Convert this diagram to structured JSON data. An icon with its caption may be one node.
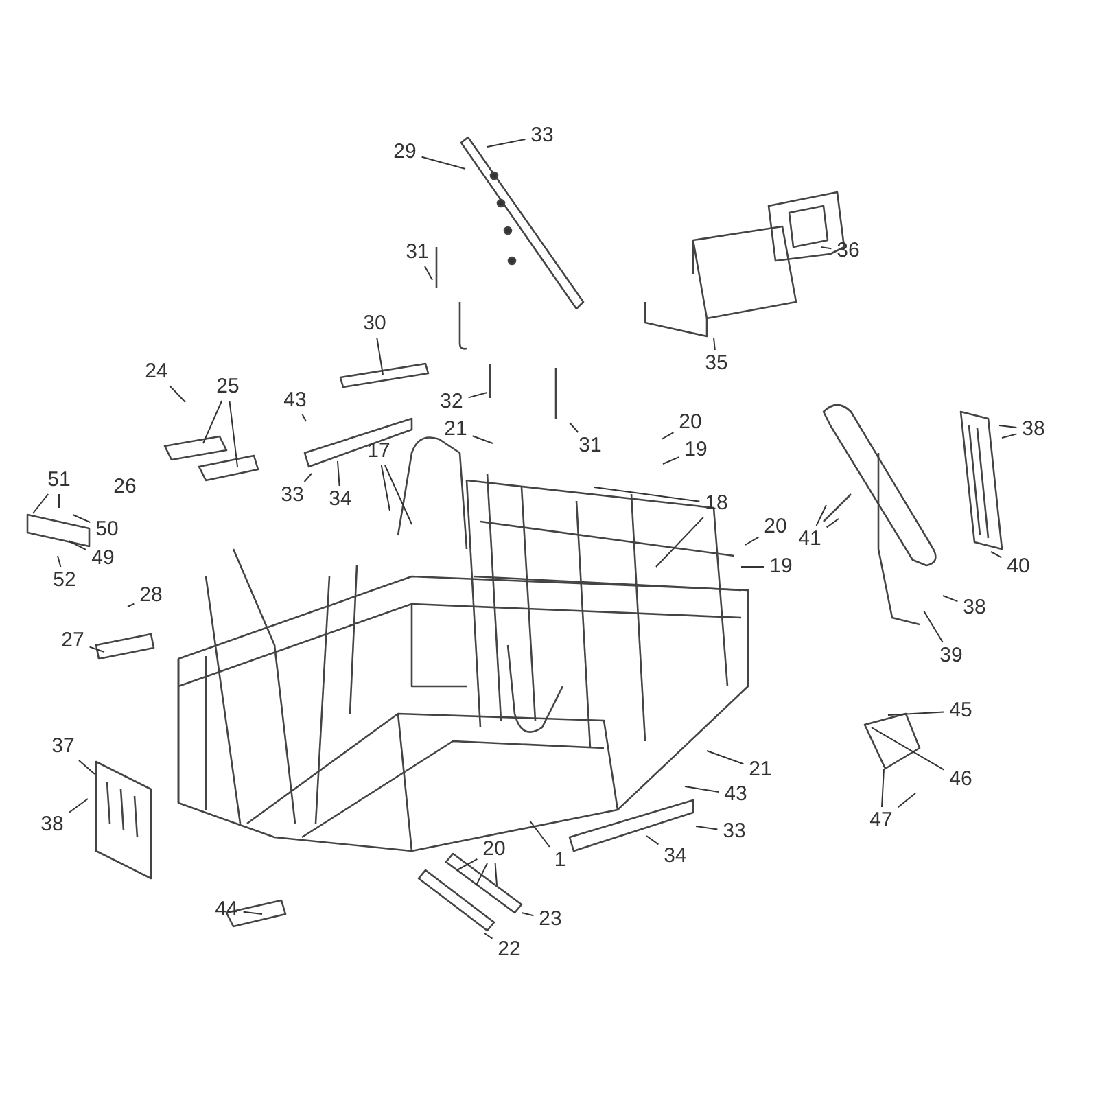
{
  "diagram": {
    "nodes": [
      {
        "text": [
          "33"
        ]
      },
      {
        "text": [
          "29"
        ]
      },
      {
        "text": [
          "36"
        ]
      },
      {
        "text": [
          "31"
        ]
      },
      {
        "text": [
          "30"
        ]
      },
      {
        "text": [
          "35"
        ]
      },
      {
        "text": [
          "24"
        ]
      },
      {
        "text": [
          "25"
        ]
      },
      {
        "text": [
          "43"
        ]
      },
      {
        "text": [
          "32"
        ]
      },
      {
        "text": [
          "20"
        ]
      },
      {
        "text": [
          "21"
        ]
      },
      {
        "text": [
          "38"
        ]
      },
      {
        "text": [
          "31"
        ]
      },
      {
        "text": [
          "19"
        ]
      },
      {
        "text": [
          "17"
        ]
      },
      {
        "text": [
          "51"
        ]
      },
      {
        "text": [
          "33"
        ]
      },
      {
        "text": [
          "34"
        ]
      },
      {
        "text": [
          "18"
        ]
      },
      {
        "text": [
          "20"
        ]
      },
      {
        "text": [
          "50"
        ]
      },
      {
        "text": [
          "41"
        ]
      },
      {
        "text": [
          "19"
        ]
      },
      {
        "text": [
          "49"
        ]
      },
      {
        "text": [
          "40"
        ]
      },
      {
        "text": [
          "52"
        ]
      },
      {
        "text": [
          "28"
        ]
      },
      {
        "text": [
          "38"
        ]
      },
      {
        "text": [
          "27"
        ]
      },
      {
        "text": [
          "39"
        ]
      },
      {
        "text": [
          "45"
        ]
      },
      {
        "text": [
          "37"
        ]
      },
      {
        "text": [
          "21"
        ]
      },
      {
        "text": [
          "46"
        ]
      },
      {
        "text": [
          "43"
        ]
      },
      {
        "text": [
          "38"
        ]
      },
      {
        "text": [
          "47"
        ]
      },
      {
        "text": [
          "33"
        ]
      },
      {
        "text": [
          "34"
        ]
      },
      {
        "text": [
          "20"
        ]
      },
      {
        "text": [
          "1"
        ]
      },
      {
        "text": [
          "44"
        ]
      },
      {
        "text": [
          "23"
        ]
      },
      {
        "text": [
          "22"
        ]
      }
    ],
    "edges": [
      {
        "from": 0,
        "to": null,
        "arrow": "none"
      },
      {
        "from": 1,
        "to": null,
        "arrow": "none"
      },
      {
        "from": 2,
        "to": null,
        "arrow": "none"
      },
      {
        "from": 3,
        "to": null,
        "arrow": "none"
      },
      {
        "from": 4,
        "to": null,
        "arrow": "none"
      },
      {
        "from": 5,
        "to": null,
        "arrow": "none"
      },
      {
        "from": 6,
        "to": null,
        "arrow": "none"
      },
      {
        "from": 7,
        "to": null,
        "arrow": "none"
      },
      {
        "from": 7,
        "to": null,
        "arrow": "none"
      },
      {
        "from": 8,
        "to": null,
        "arrow": "none"
      },
      {
        "from": 9,
        "to": null,
        "arrow": "none"
      },
      {
        "from": 10,
        "to": null,
        "arrow": "none"
      },
      {
        "from": 11,
        "to": null,
        "arrow": "none"
      },
      {
        "from": 12,
        "to": null,
        "arrow": "none"
      },
      {
        "from": 12,
        "to": null,
        "arrow": "none"
      },
      {
        "from": 13,
        "to": null,
        "arrow": "none"
      },
      {
        "from": 14,
        "to": null,
        "arrow": "none"
      },
      {
        "from": 15,
        "to": null,
        "arrow": "none"
      },
      {
        "from": 15,
        "to": null,
        "arrow": "none"
      },
      {
        "from": 16,
        "to": null,
        "arrow": "none"
      },
      {
        "from": 16,
        "to": null,
        "arrow": "none"
      },
      {
        "from": 17,
        "to": null,
        "arrow": "none"
      },
      {
        "from": 18,
        "to": null,
        "arrow": "none"
      },
      {
        "from": 19,
        "to": null,
        "arrow": "none"
      },
      {
        "from": 19,
        "to": null,
        "arrow": "none"
      },
      {
        "from": 20,
        "to": null,
        "arrow": "none"
      },
      {
        "from": 21,
        "to": null,
        "arrow": "none"
      },
      {
        "from": 22,
        "to": null,
        "arrow": "none"
      },
      {
        "from": 22,
        "to": null,
        "arrow": "none"
      },
      {
        "from": 23,
        "to": null,
        "arrow": "none"
      },
      {
        "from": 24,
        "to": null,
        "arrow": "none"
      },
      {
        "from": 25,
        "to": null,
        "arrow": "none"
      },
      {
        "from": 26,
        "to": null,
        "arrow": "none"
      },
      {
        "from": 27,
        "to": null,
        "arrow": "none"
      },
      {
        "from": 28,
        "to": null,
        "arrow": "none"
      },
      {
        "from": 29,
        "to": null,
        "arrow": "none"
      },
      {
        "from": 30,
        "to": null,
        "arrow": "none"
      },
      {
        "from": 31,
        "to": null,
        "arrow": "none"
      },
      {
        "from": 32,
        "to": null,
        "arrow": "none"
      },
      {
        "from": 33,
        "to": null,
        "arrow": "none"
      },
      {
        "from": 34,
        "to": null,
        "arrow": "none"
      },
      {
        "from": 35,
        "to": null,
        "arrow": "none"
      },
      {
        "from": 36,
        "to": null,
        "arrow": "none"
      },
      {
        "from": 37,
        "to": null,
        "arrow": "none"
      },
      {
        "from": 37,
        "to": null,
        "arrow": "none"
      },
      {
        "from": 38,
        "to": null,
        "arrow": "none"
      },
      {
        "from": 39,
        "to": null,
        "arrow": "none"
      },
      {
        "from": 40,
        "to": null,
        "arrow": "none"
      },
      {
        "from": 40,
        "to": null,
        "arrow": "none"
      },
      {
        "from": 40,
        "to": null,
        "arrow": "none"
      },
      {
        "from": 41,
        "to": null,
        "arrow": "none"
      },
      {
        "from": 42,
        "to": null,
        "arrow": "none"
      },
      {
        "from": 43,
        "to": null,
        "arrow": "none"
      },
      {
        "from": 44,
        "to": null,
        "arrow": "none"
      }
    ],
    "labels": [
      "26"
    ]
  }
}
